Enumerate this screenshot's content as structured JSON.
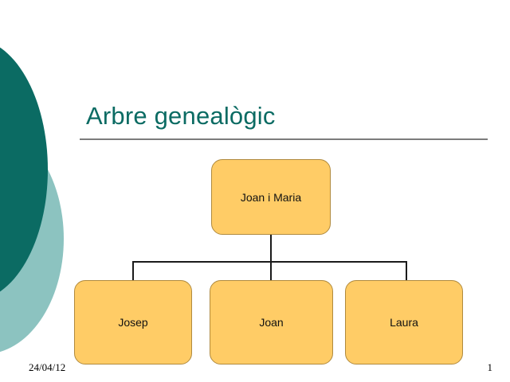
{
  "slide": {
    "title": "Arbre genealògic",
    "footer": {
      "date": "24/04/12",
      "page_number": "1"
    }
  },
  "theme": {
    "title_color": "#0B6B63",
    "rule_color": "#7C7C7C",
    "deco_dark_teal": "#0B6B63",
    "deco_light_teal": "#8CC3C0",
    "node_fill": "#FFCC66",
    "node_border": "#B08A3E",
    "connector_color": "#1A1A1A",
    "node_text_color": "#111111",
    "background": "#FFFFFF"
  },
  "chart_data": {
    "type": "diagram",
    "diagram_kind": "organization-chart",
    "title": "Arbre genealògic",
    "orientation": "top-down",
    "nodes": [
      {
        "id": "root",
        "label": "Joan i Maria",
        "level": 0
      },
      {
        "id": "c0",
        "label": "Josep",
        "level": 1
      },
      {
        "id": "c1",
        "label": "Joan",
        "level": 1
      },
      {
        "id": "c2",
        "label": "Laura",
        "level": 1
      }
    ],
    "edges": [
      {
        "from": "root",
        "to": "c0"
      },
      {
        "from": "root",
        "to": "c1"
      },
      {
        "from": "root",
        "to": "c2"
      }
    ]
  }
}
